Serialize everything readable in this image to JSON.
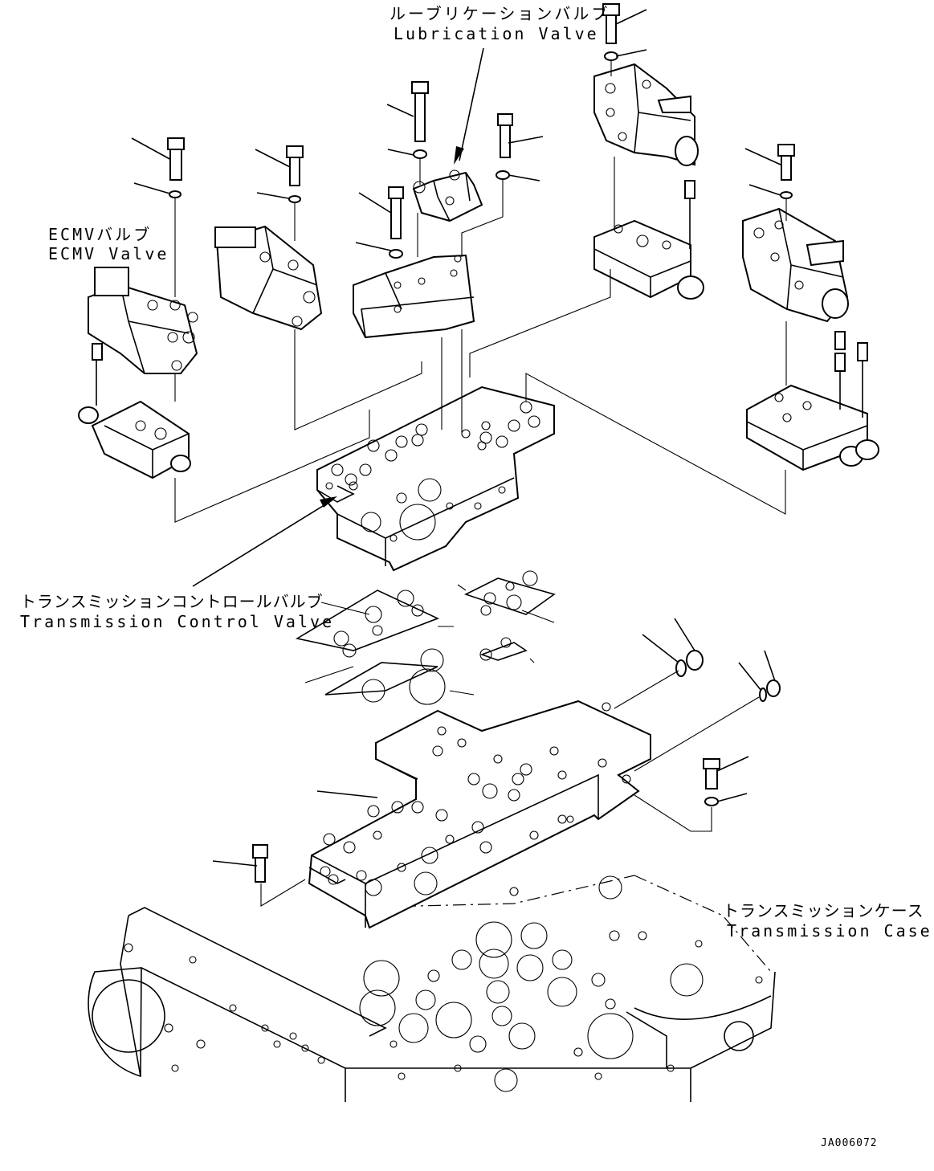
{
  "labels": {
    "lubrication_valve_jp": "ルーブリケーションバルブ",
    "lubrication_valve_en": "Lubrication Valve",
    "ecmv_valve_jp": "ECMVバルブ",
    "ecmv_valve_en": "ECMV Valve",
    "transmission_control_valve_jp": "トランスミッションコントロールバルブ",
    "transmission_control_valve_en": "Transmission Control Valve",
    "transmission_case_jp": "トランスミッションケース",
    "transmission_case_en": "Transmission Case",
    "drawing_number": "JA006072"
  }
}
